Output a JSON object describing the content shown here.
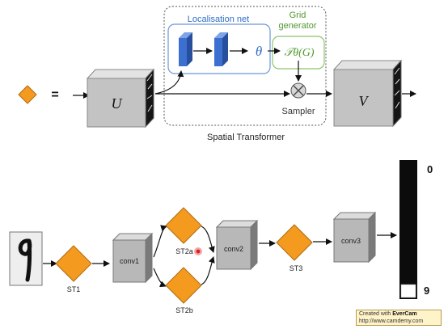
{
  "top": {
    "equals": "=",
    "U": "U",
    "V": "V",
    "theta": "θ",
    "transform": "𝒯θ(G)",
    "localisation_net": "Localisation net",
    "grid_generator_line1": "Grid",
    "grid_generator_line2": "generator",
    "sampler": "Sampler",
    "spatial_transformer": "Spatial Transformer"
  },
  "bottom": {
    "input_digit": "9",
    "st1": "ST1",
    "conv1": "conv1",
    "st2a": "ST2a",
    "st2b": "ST2b",
    "conv2": "conv2",
    "st3": "ST3",
    "conv3": "conv3",
    "bar_top": "0",
    "bar_bottom": "9"
  },
  "watermark": {
    "line1_prefix": "Created with ",
    "brand": "EverCam",
    "line2": "http://www.camdemy.com"
  },
  "colors": {
    "diamond": "#f39a1f",
    "cube_front": "#bdbdbd",
    "blue_bar": "#3b6fd0",
    "localisation_border": "#6a98d8",
    "grid_border": "#8cc46a",
    "localisation_text": "#2f6fc4",
    "grid_text": "#4f9a2f",
    "cursor": "#e02020"
  }
}
